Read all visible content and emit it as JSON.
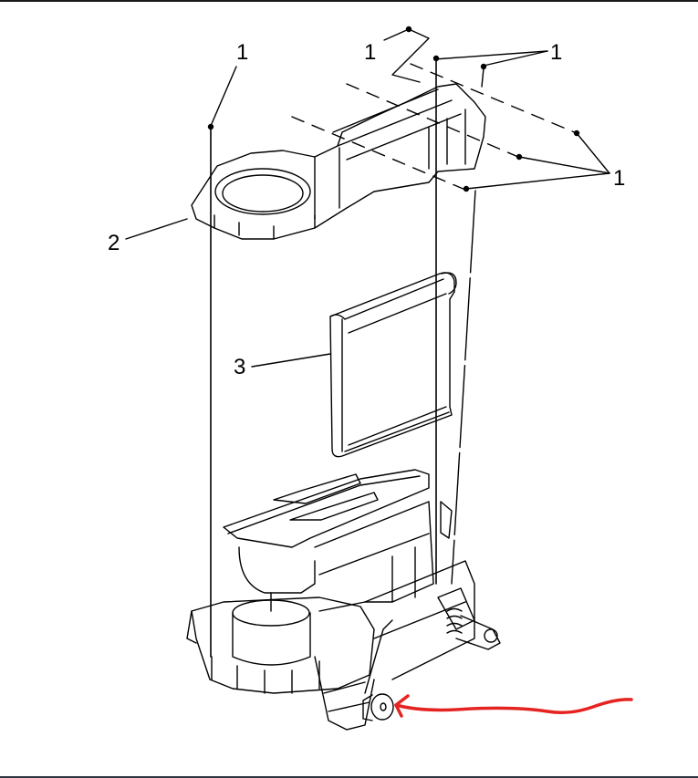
{
  "diagram": {
    "type": "exploded-view technical illustration",
    "subject": "HVAC module assembly",
    "callouts": [
      {
        "id": "c1a",
        "label": "1",
        "part": "screw"
      },
      {
        "id": "c1b",
        "label": "1",
        "part": "screw"
      },
      {
        "id": "c1c",
        "label": "1",
        "part": "screw"
      },
      {
        "id": "c1d",
        "label": "1",
        "part": "screws"
      },
      {
        "id": "c2",
        "label": "2",
        "part": "upper case"
      },
      {
        "id": "c3",
        "label": "3",
        "part": "evaporator core"
      }
    ],
    "annotation": {
      "type": "hand-drawn arrow",
      "color": "#e52421",
      "points_to": "actuator / drain component at lower housing"
    },
    "colors": {
      "line": "#000000",
      "background": "#ffffff",
      "frame": "#2f3640",
      "annotation": "#e52421"
    }
  }
}
